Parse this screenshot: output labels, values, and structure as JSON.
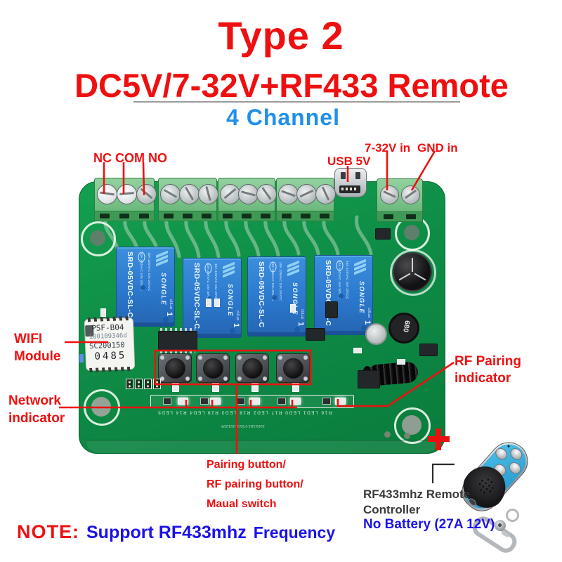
{
  "header": {
    "title": "Type 2",
    "subtitle": "DC5V/7-32V+RF433 Remote",
    "channel": "4 Channel"
  },
  "labels": {
    "nc_com_no": "NC COM NO",
    "usb": "USB 5V",
    "power_in": "7-32V in",
    "gnd_in": "GND in",
    "wifi": [
      "WIFI",
      "Module"
    ],
    "network": [
      "Network",
      "indicator"
    ],
    "rf": [
      "RF Pairing",
      "indicator"
    ],
    "pairing": [
      "Pairing button/",
      "RF pairing button/",
      "Maual switch"
    ],
    "plus": "+"
  },
  "pcb": {
    "relay": {
      "model": "SRD-05VDC-SL-C",
      "brand": "SONGLE",
      "rating1": "10A 250VAC 10A 30VDC",
      "rating2": "10A 125VAC 10A 28VDC",
      "cert": "cULus",
      "num": "1"
    },
    "wifi_module": {
      "l1": "PSF-B04",
      "l2": "100109346d",
      "l3": "SC200150",
      "l4": "0485"
    },
    "inductor": "680",
    "led_silk": "R16 LED1 LED0 R17 LED2 R18 LED3 R19 LED4 R14 LED5",
    "board_id": "1503161-P2S1-201204"
  },
  "remote": {
    "line1": "RF433mhz Remote",
    "line2": "Controller",
    "battery": "No Battery (27A 12V)"
  },
  "note": {
    "label": "NOTE:",
    "support": "Support RF433mhz",
    "frequency": "Frequency"
  },
  "colors": {
    "annotation_red": "#ee1010",
    "note_blue": "#1b12e8",
    "channel_blue": "#2090ea",
    "pcb_green": "#0e8c46",
    "relay_blue": "#2b78cc",
    "remote_blue": "#2fa9dc"
  }
}
